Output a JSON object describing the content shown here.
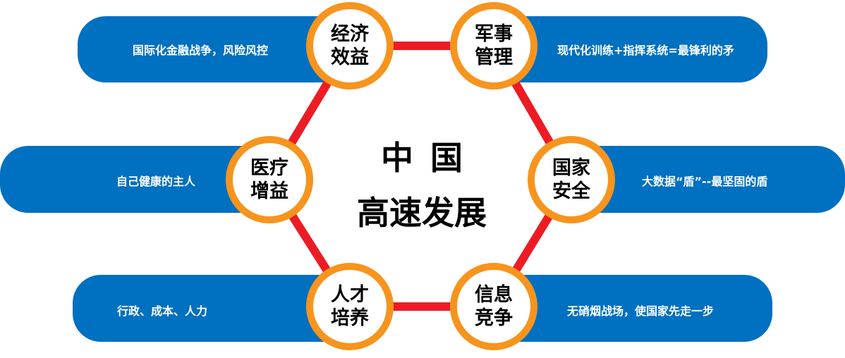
{
  "colors": {
    "bar": "#0070c0",
    "ring": "#f7941d",
    "link": "#ed1c24"
  },
  "center": {
    "line1": "中 国",
    "line2": "高速发展"
  },
  "nodes": [
    {
      "l1": "经济",
      "l2": "效益",
      "desc": "国际化金融战争，风险风控"
    },
    {
      "l1": "军事",
      "l2": "管理",
      "desc": "现代化训练+指挥系统=最锋利的矛"
    },
    {
      "l1": "医疗",
      "l2": "增益",
      "desc": "自己健康的主人"
    },
    {
      "l1": "国家",
      "l2": "安全",
      "desc": "大数据“盾”--最坚固的盾"
    },
    {
      "l1": "人才",
      "l2": "培养",
      "desc": "行政、成本、人力"
    },
    {
      "l1": "信息",
      "l2": "竞争",
      "desc": "无硝烟战场，使国家先走一步"
    }
  ]
}
